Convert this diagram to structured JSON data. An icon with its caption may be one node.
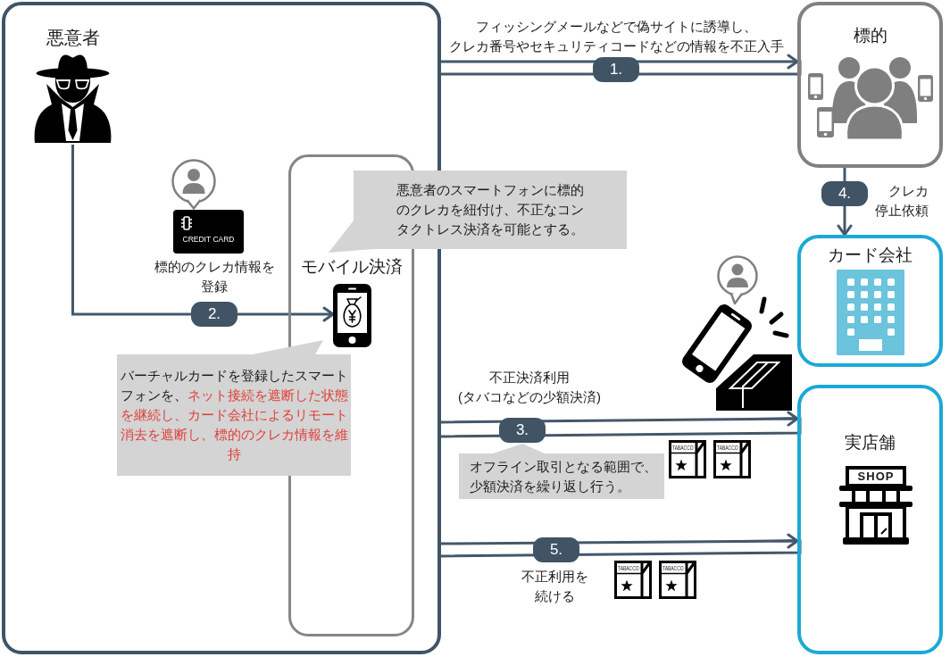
{
  "diagram": {
    "nodes": [
      {
        "text": [],
        "shape": "box"
      },
      {
        "text": [
          "悪意者"
        ],
        "in": 0
      },
      {
        "text": [
          "モバイル決済"
        ],
        "in": 0
      },
      {
        "text": [],
        "shape": "picture",
        "in": 2
      },
      {
        "text": [
          "悪意者のスマートフォンに標的のクレカを紐付け、不正なコンタクトレス決済を可能とする。"
        ]
      },
      {
        "text": [
          "バーチャルカードを登録したスマートフォンを、",
          "ネット接続を遮断した状態を継続し、カード会社によるリモート消去を遮断し、標的のクレカ情報を維持"
        ],
        "in": 0
      },
      {
        "text": [
          "標的"
        ]
      },
      {
        "text": [
          "カード会社"
        ]
      },
      {
        "text": [
          "オフライン取引となる範囲で、少額決済を繰り返し行う。"
        ]
      },
      {
        "text": [
          "実店舗"
        ]
      }
    ],
    "edges": [
      {
        "from": 0,
        "to": 6,
        "arrow": "to",
        "label": "1."
      },
      {
        "from": 1,
        "to": 3,
        "arrow": "to",
        "label": "2."
      },
      {
        "from": 0,
        "to": 9,
        "arrow": "to",
        "label": "3."
      },
      {
        "from": 6,
        "to": 7,
        "arrow": "to",
        "label": "4."
      },
      {
        "from": 0,
        "to": 9,
        "arrow": "to",
        "label": "5."
      }
    ],
    "labels": [
      "フィッシングメールなどで偽サイトに誘導し、クレカ番号やセキュリティコードなどの情報を不正入手",
      "クレカ停止依頼",
      "CREDIT CARD",
      "標的のクレカ情報を登録",
      "不正決済利用(タバコなどの少額決済)",
      "TABACCO",
      "TABACCO",
      "SHOP",
      "不正利用を続ける",
      "TABACCO",
      "TABACCO"
    ]
  }
}
